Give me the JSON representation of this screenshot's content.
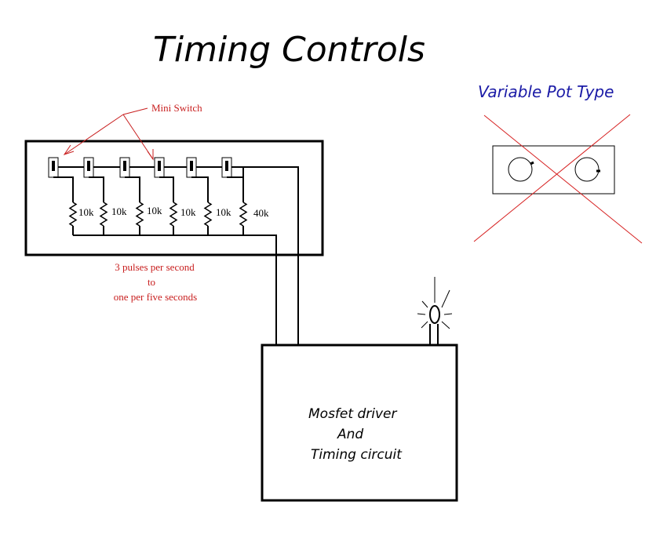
{
  "title": "Timing Controls",
  "pot": {
    "title": "Variable Pot Type",
    "title_color": "#1a1aa6",
    "cross_color": "#d62020"
  },
  "annotation": {
    "mini_switch": "Mini Switch",
    "pulses": [
      "3 pulses per second",
      "to",
      "one per five seconds"
    ],
    "color": "#c81e1e"
  },
  "resistors": [
    "10k",
    "10k",
    "10k",
    "10k",
    "10k",
    "40k"
  ],
  "driver_box": {
    "lines": [
      "Mosfet driver",
      "And",
      "Timing circuit"
    ]
  }
}
